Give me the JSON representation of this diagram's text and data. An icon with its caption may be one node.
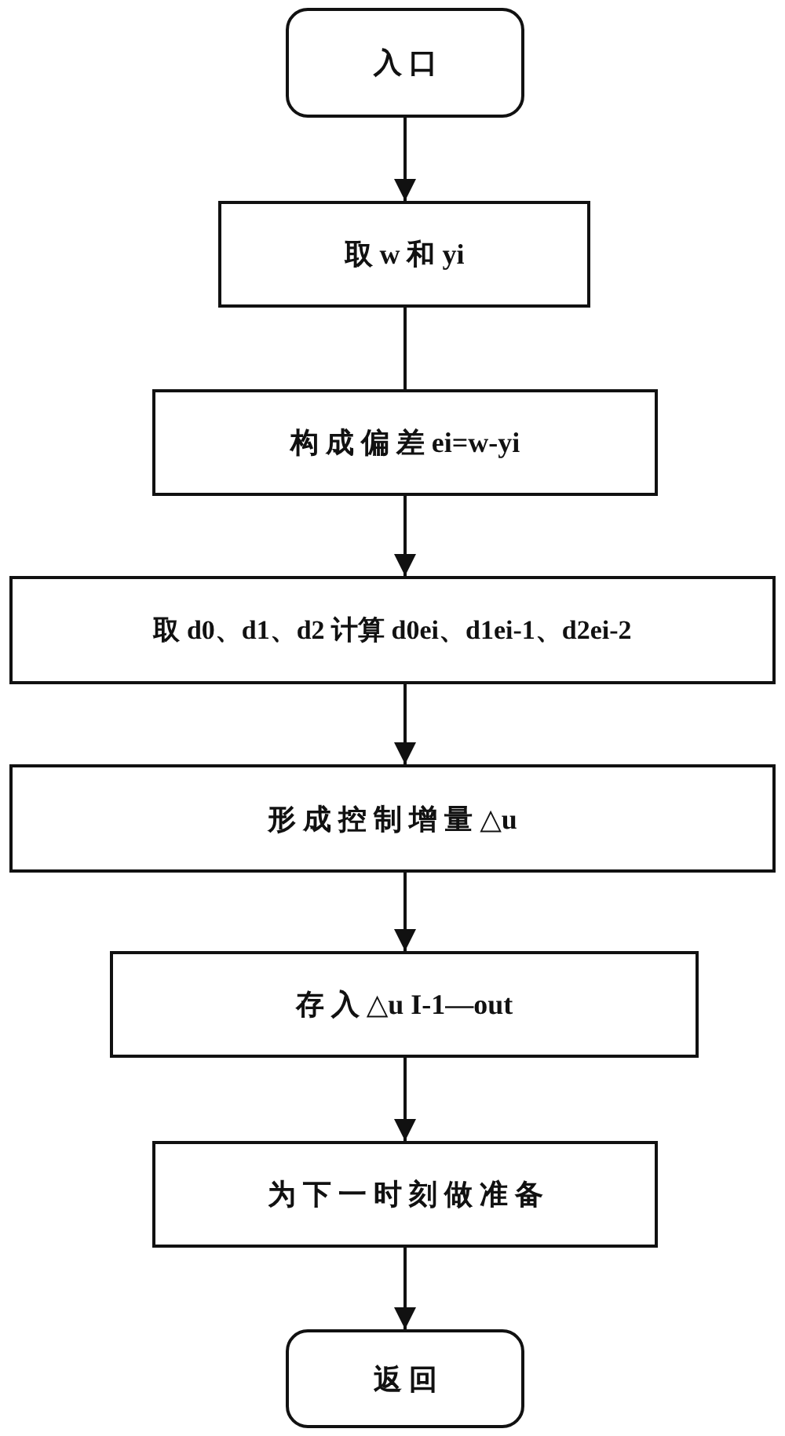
{
  "diagram": {
    "nodes": [
      {
        "text": [
          "入 口"
        ]
      },
      {
        "text": [
          "取 w 和 yi"
        ]
      },
      {
        "text": [
          "构 成 偏 差 ei=w-yi"
        ]
      },
      {
        "text": [
          "取 d0、d1、d2 计算 d0ei、d1ei-1、d2ei-2"
        ]
      },
      {
        "text": [
          "形 成 控 制 增 量 △u"
        ]
      },
      {
        "text": [
          "存 入 △u I-1—out"
        ]
      },
      {
        "text": [
          "为 下 一 时 刻 做 准 备"
        ]
      },
      {
        "text": [
          "返 回"
        ]
      }
    ],
    "edges": [
      {
        "from": 0,
        "to": 1,
        "arrow": "to"
      },
      {
        "from": 1,
        "to": 2,
        "arrow": "none"
      },
      {
        "from": 2,
        "to": 3,
        "arrow": "to"
      },
      {
        "from": 3,
        "to": 4,
        "arrow": "to"
      },
      {
        "from": 4,
        "to": 5,
        "arrow": "to"
      },
      {
        "from": 5,
        "to": 6,
        "arrow": "to"
      },
      {
        "from": 6,
        "to": 7,
        "arrow": "to"
      }
    ]
  }
}
